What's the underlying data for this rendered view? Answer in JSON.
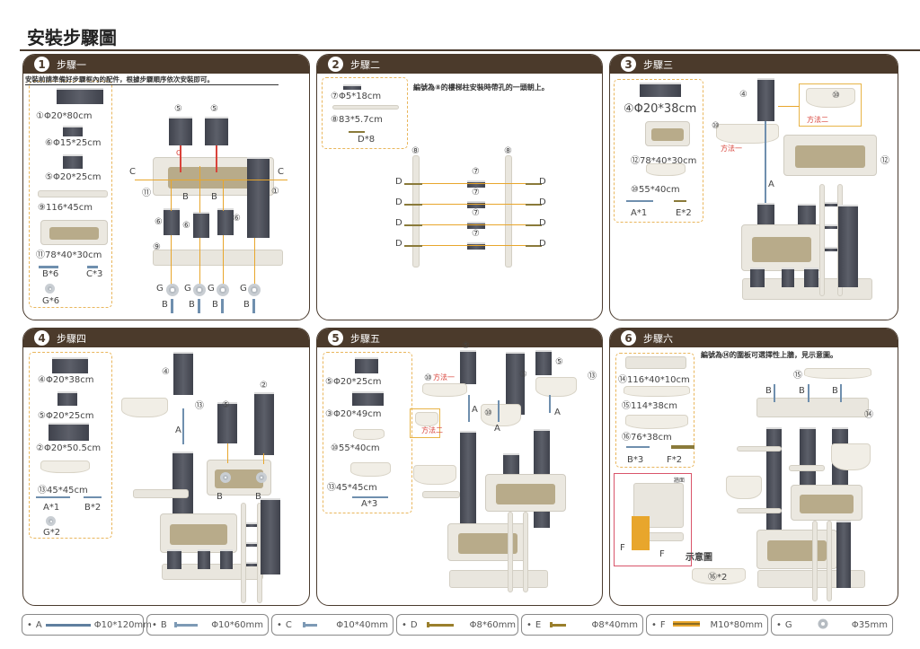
{
  "title": "安裝步驟圖",
  "steps": [
    {
      "num": "1",
      "label": "步驟一",
      "note": "安裝前請準備好步驟框內的配件，根據步驟順序依次安裝即可。",
      "parts": [
        "①Φ20*80cm",
        "⑥Φ15*25cm",
        "⑤Φ20*25cm",
        "⑨116*45cm",
        "⑪78*40*30cm",
        "B*6",
        "C*3",
        "G*6"
      ],
      "labels": [
        "⑤",
        "⑤",
        "C",
        "C",
        "C",
        "⑪",
        "①",
        "⑥",
        "⑥",
        "⑥",
        "⑨",
        "B",
        "B",
        "G",
        "G",
        "G",
        "G",
        "B",
        "B",
        "B",
        "B"
      ]
    },
    {
      "num": "2",
      "label": "步驟二",
      "note": "編號為⑧的樓梯柱安裝時帶孔的一頭朝上。",
      "parts": [
        "⑦Φ5*18cm",
        "⑧83*5.7cm",
        "D*8"
      ],
      "labels": [
        "⑧",
        "⑧",
        "⑦",
        "⑦",
        "⑦",
        "⑦",
        "D",
        "D",
        "D",
        "D",
        "D",
        "D",
        "D",
        "D"
      ]
    },
    {
      "num": "3",
      "label": "步驟三",
      "parts": [
        "④Φ20*38cm",
        "⑫78*40*30cm",
        "⑩55*40cm",
        "A*1",
        "E*2"
      ],
      "labels": [
        "④",
        "⑩",
        "⑩",
        "方法一",
        "方法二",
        "⑫",
        "A"
      ]
    },
    {
      "num": "4",
      "label": "步驟四",
      "parts": [
        "④Φ20*38cm",
        "⑤Φ20*25cm",
        "②Φ20*50.5cm",
        "⑬45*45cm",
        "A*1",
        "B*2",
        "G*2"
      ],
      "labels": [
        "④",
        "⑬",
        "A",
        "⑤",
        "②",
        "B",
        "B"
      ]
    },
    {
      "num": "5",
      "label": "步驟五",
      "parts": [
        "⑤Φ20*25cm",
        "③Φ20*49cm",
        "⑩55*40cm",
        "⑬45*45cm",
        "A*3"
      ],
      "labels": [
        "⑤",
        "⑤",
        "③",
        "⑬",
        "⑩",
        "方法一",
        "方法二",
        "⑩",
        "A",
        "A",
        "A"
      ]
    },
    {
      "num": "6",
      "label": "步驟六",
      "note": "編號為⑭的圍板可選擇性上牆，見示意圖。",
      "parts": [
        "⑭116*40*10cm",
        "⑮114*38cm",
        "⑯76*38cm",
        "B*3",
        "F*2"
      ],
      "labels": [
        "⑮",
        "B",
        "B",
        "B",
        "⑭",
        "⑯*2",
        "F",
        "F",
        "示意圖",
        "牆面"
      ]
    }
  ],
  "legend": [
    {
      "key": "A",
      "size": "Φ10*120mm",
      "icon": "long-bolt-icon"
    },
    {
      "key": "B",
      "size": "Φ10*60mm",
      "icon": "bolt-icon"
    },
    {
      "key": "C",
      "size": "Φ10*40mm",
      "icon": "short-bolt-icon"
    },
    {
      "key": "D",
      "size": "Φ8*60mm",
      "icon": "gold-screw-icon"
    },
    {
      "key": "E",
      "size": "Φ8*40mm",
      "icon": "short-gold-screw-icon"
    },
    {
      "key": "F",
      "size": "M10*80mm",
      "icon": "wall-anchor-icon"
    },
    {
      "key": "G",
      "size": "Φ35mm",
      "icon": "washer-icon"
    }
  ],
  "colors": {
    "header": "#4b3a2b",
    "accent": "#e8a62c",
    "parts_border": "#e9b65c",
    "red": "#d9433a"
  }
}
